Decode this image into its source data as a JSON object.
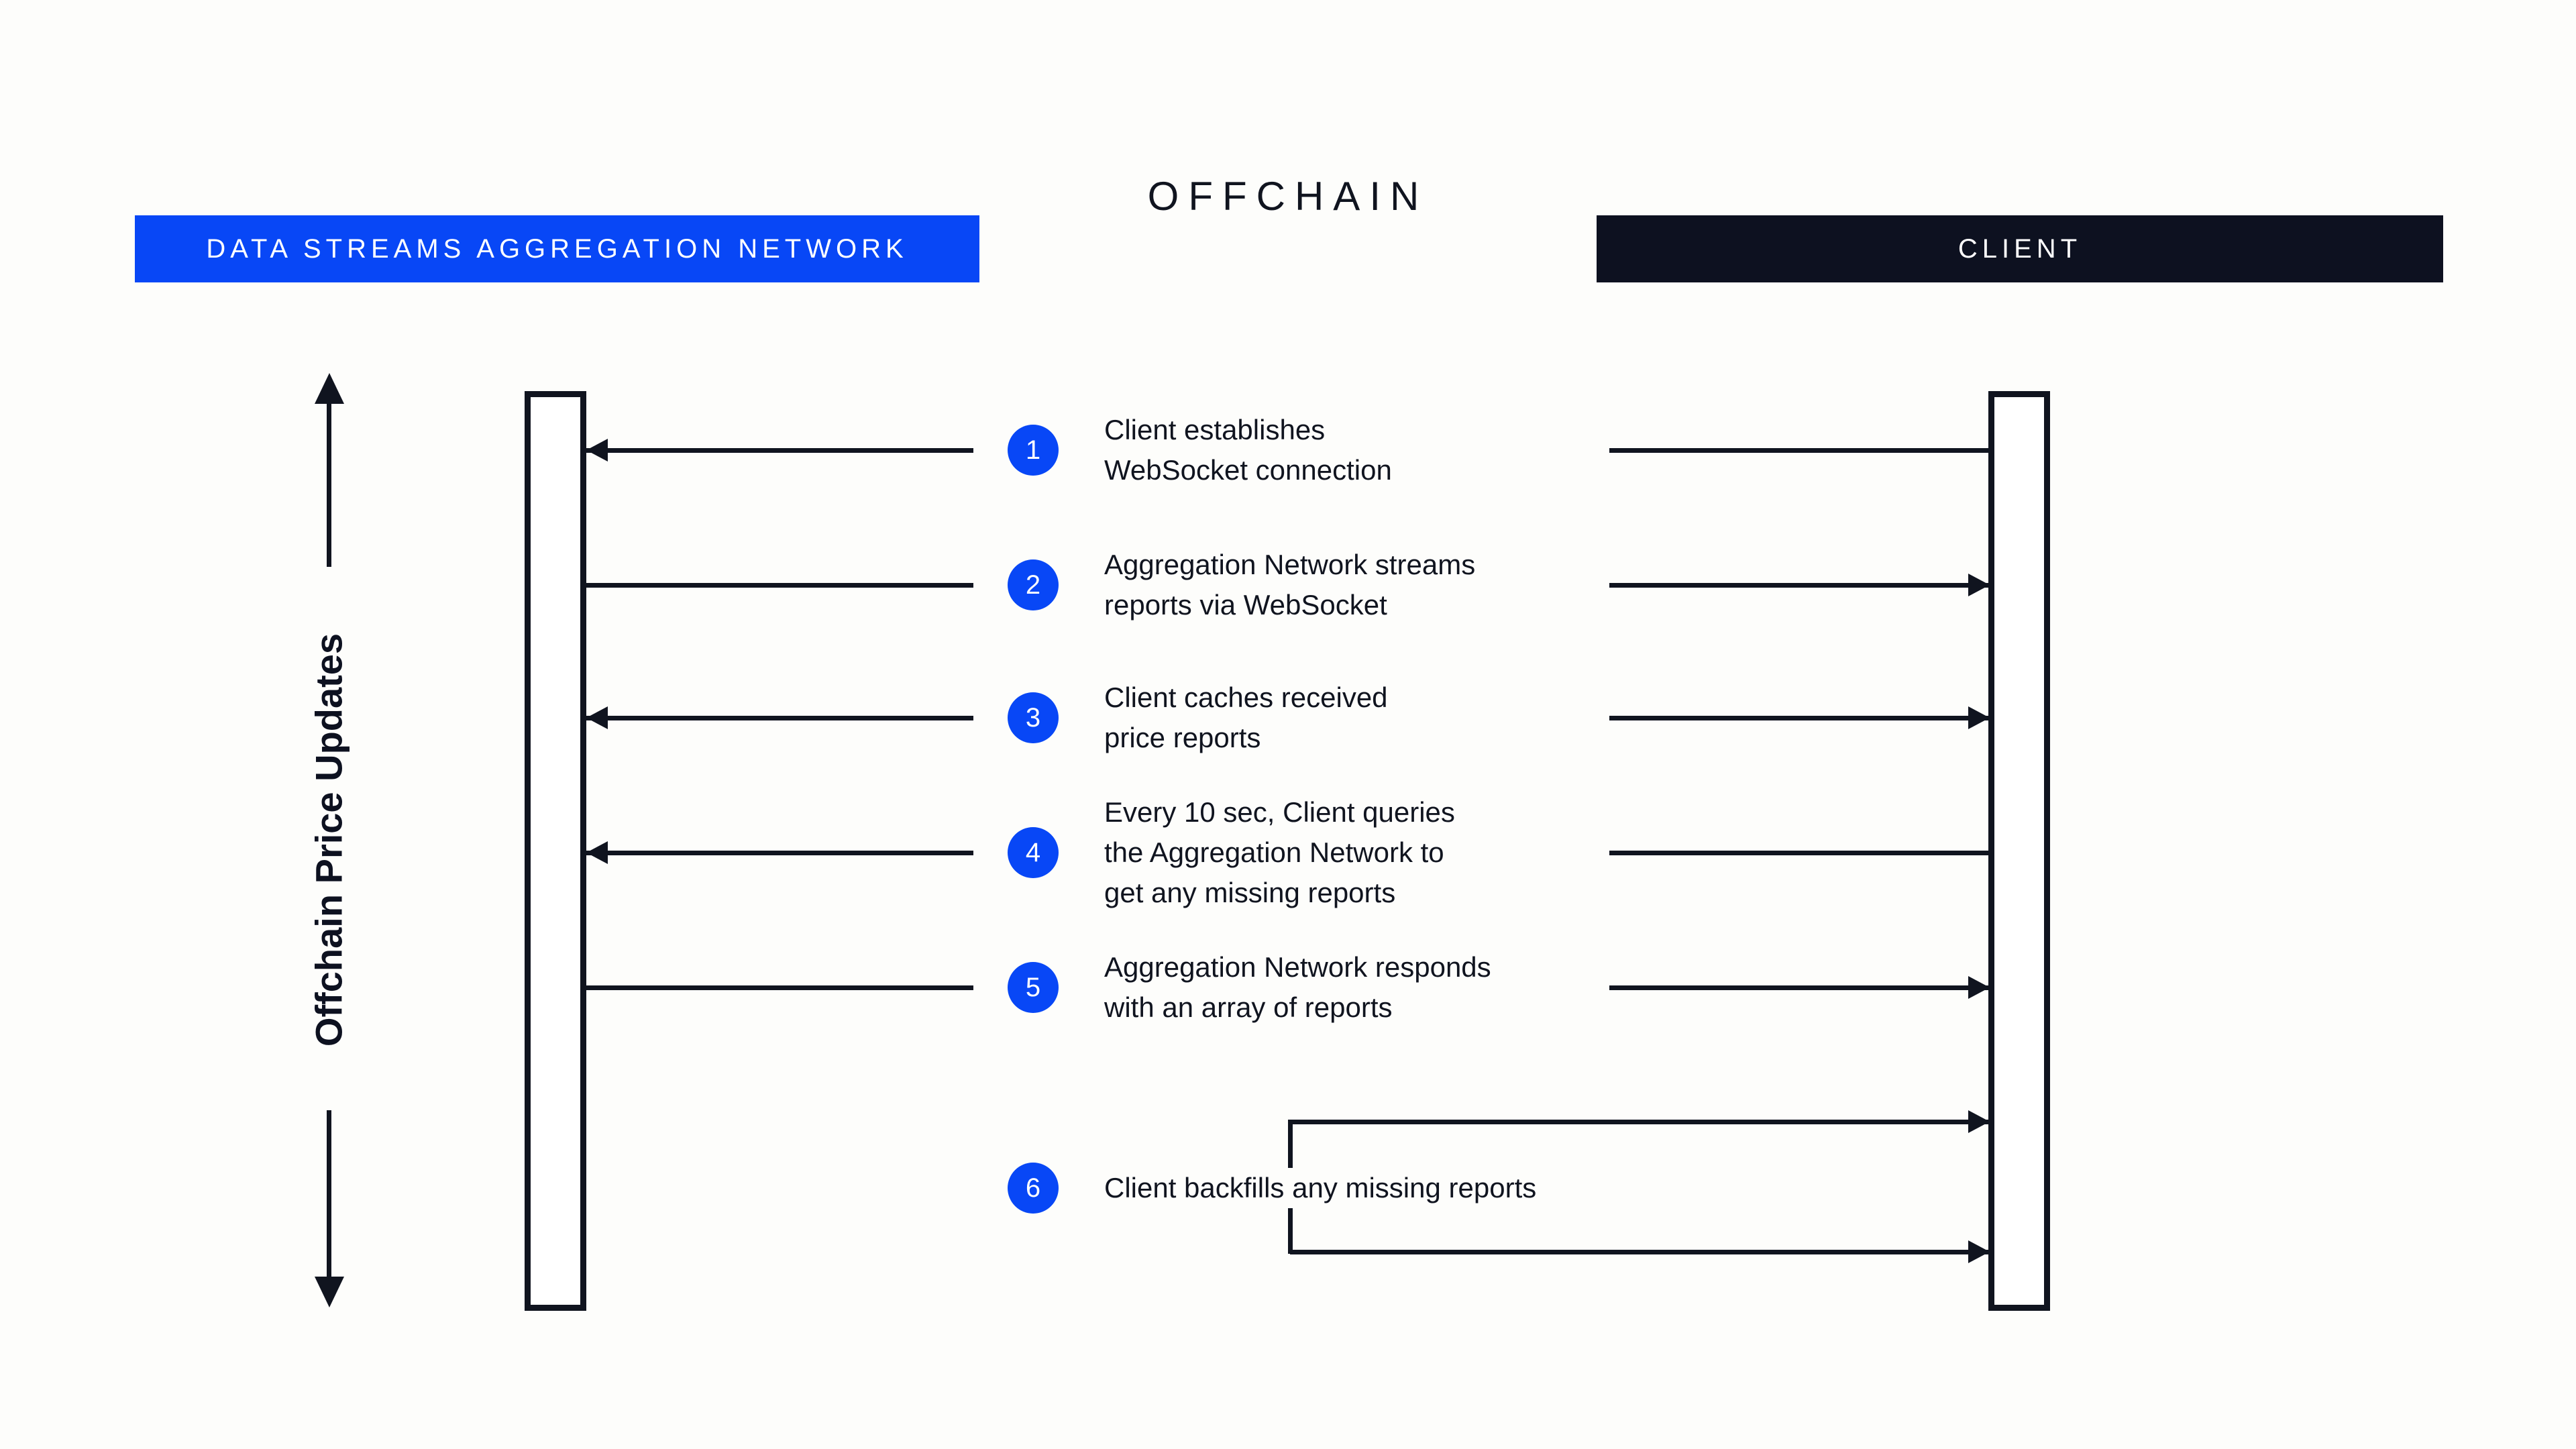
{
  "title": "OFFCHAIN",
  "actors": {
    "network": {
      "label": "DATA STREAMS AGGREGATION NETWORK",
      "color": "#0847F6"
    },
    "client": {
      "label": "CLIENT",
      "color": "#0D1120"
    }
  },
  "axis": {
    "label": "Offchain Price Updates"
  },
  "steps": [
    {
      "num": "1",
      "text": "Client establishes\nWebSocket connection",
      "direction": "client-to-network"
    },
    {
      "num": "2",
      "text": "Aggregation Network streams\nreports via WebSocket",
      "direction": "network-to-client"
    },
    {
      "num": "3",
      "text": "Client caches received\nprice reports",
      "direction": "both"
    },
    {
      "num": "4",
      "text": "Every 10 sec, Client queries\nthe Aggregation Network to\nget any missing reports",
      "direction": "client-to-network"
    },
    {
      "num": "5",
      "text": "Aggregation Network responds\nwith an array of reports",
      "direction": "network-to-client"
    },
    {
      "num": "6",
      "text": "Client backfills any missing reports",
      "direction": "client-self-loop"
    }
  ],
  "colors": {
    "accent_blue": "#0847F6",
    "dark": "#0D1120",
    "text": "#10141F",
    "background": "#FDFDFB"
  }
}
